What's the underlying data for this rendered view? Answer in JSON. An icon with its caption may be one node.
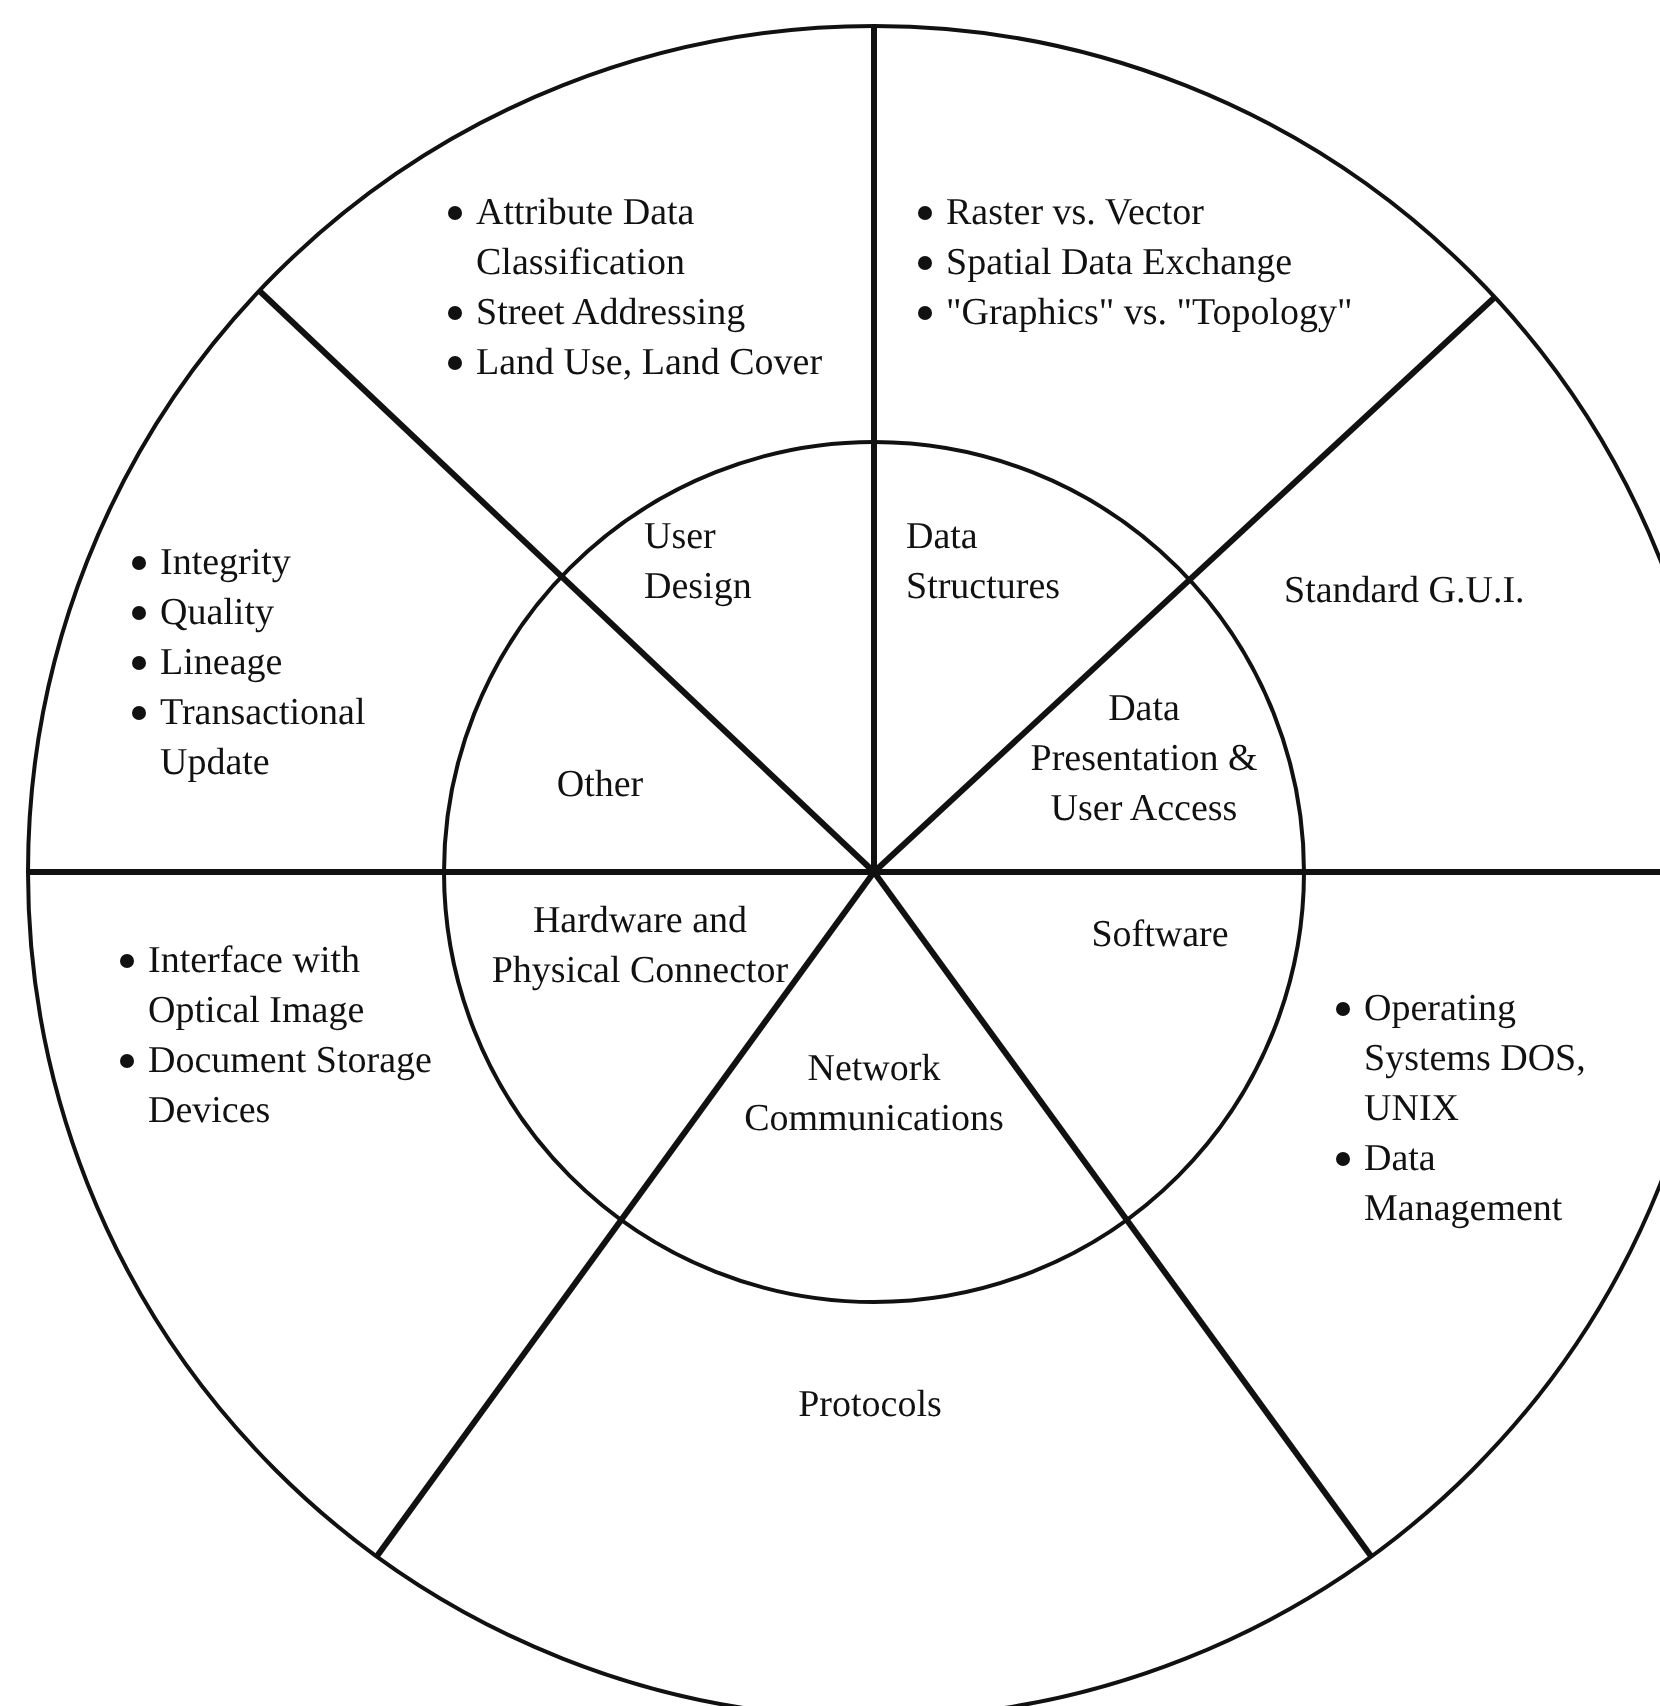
{
  "diagram": {
    "nodes": [
      {
        "text": [
          "Attribute Data Classification",
          "Street Addressing",
          "Land Use, Land Cover"
        ]
      },
      {
        "text": [
          "Raster vs. Vector",
          "Spatial Data Exchange",
          "\"Graphics\" vs. \"Topology\""
        ]
      },
      {
        "text": [
          "User Design"
        ]
      },
      {
        "text": [
          "Data Structures"
        ]
      },
      {
        "text": [
          "Standard G.U.I."
        ]
      },
      {
        "text": [
          "Integrity",
          "Quality",
          "Lineage",
          "Transactional Update"
        ]
      },
      {
        "text": [
          "Data Presentation & User Access"
        ]
      },
      {
        "text": [
          "Other"
        ]
      },
      {
        "text": [
          "Hardware and Physical Connector"
        ]
      },
      {
        "text": [
          "Software"
        ]
      },
      {
        "text": [
          "Interface with Optical Image",
          "Document Storage Devices"
        ]
      },
      {
        "text": [
          "Operating Systems DOS, UNIX",
          "Data Management"
        ]
      },
      {
        "text": [
          "Network Communications"
        ]
      },
      {
        "text": [
          "Protocols"
        ]
      }
    ]
  }
}
